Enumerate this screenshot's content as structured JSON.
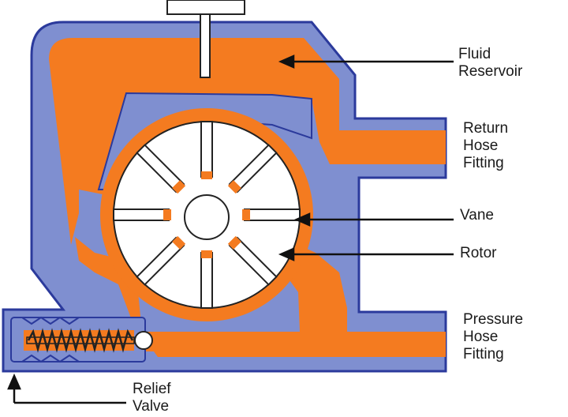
{
  "labels": {
    "fluid_reservoir": [
      "Fluid",
      "Reservoir"
    ],
    "return_hose_fitting": [
      "Return",
      "Hose",
      "Fitting"
    ],
    "vane": "Vane",
    "rotor": "Rotor",
    "pressure_hose_fitting": [
      "Pressure",
      "Hose",
      "Fitting"
    ],
    "relief_valve": [
      "Relief",
      "Valve"
    ]
  },
  "colors": {
    "housing": "#7f8fd0",
    "housing_outline": "#2b3a9c",
    "fluid": "#f47b20",
    "rotor": "#ffffff",
    "vane": "#ffffff",
    "outline": "#222222",
    "background": "#ffffff"
  }
}
